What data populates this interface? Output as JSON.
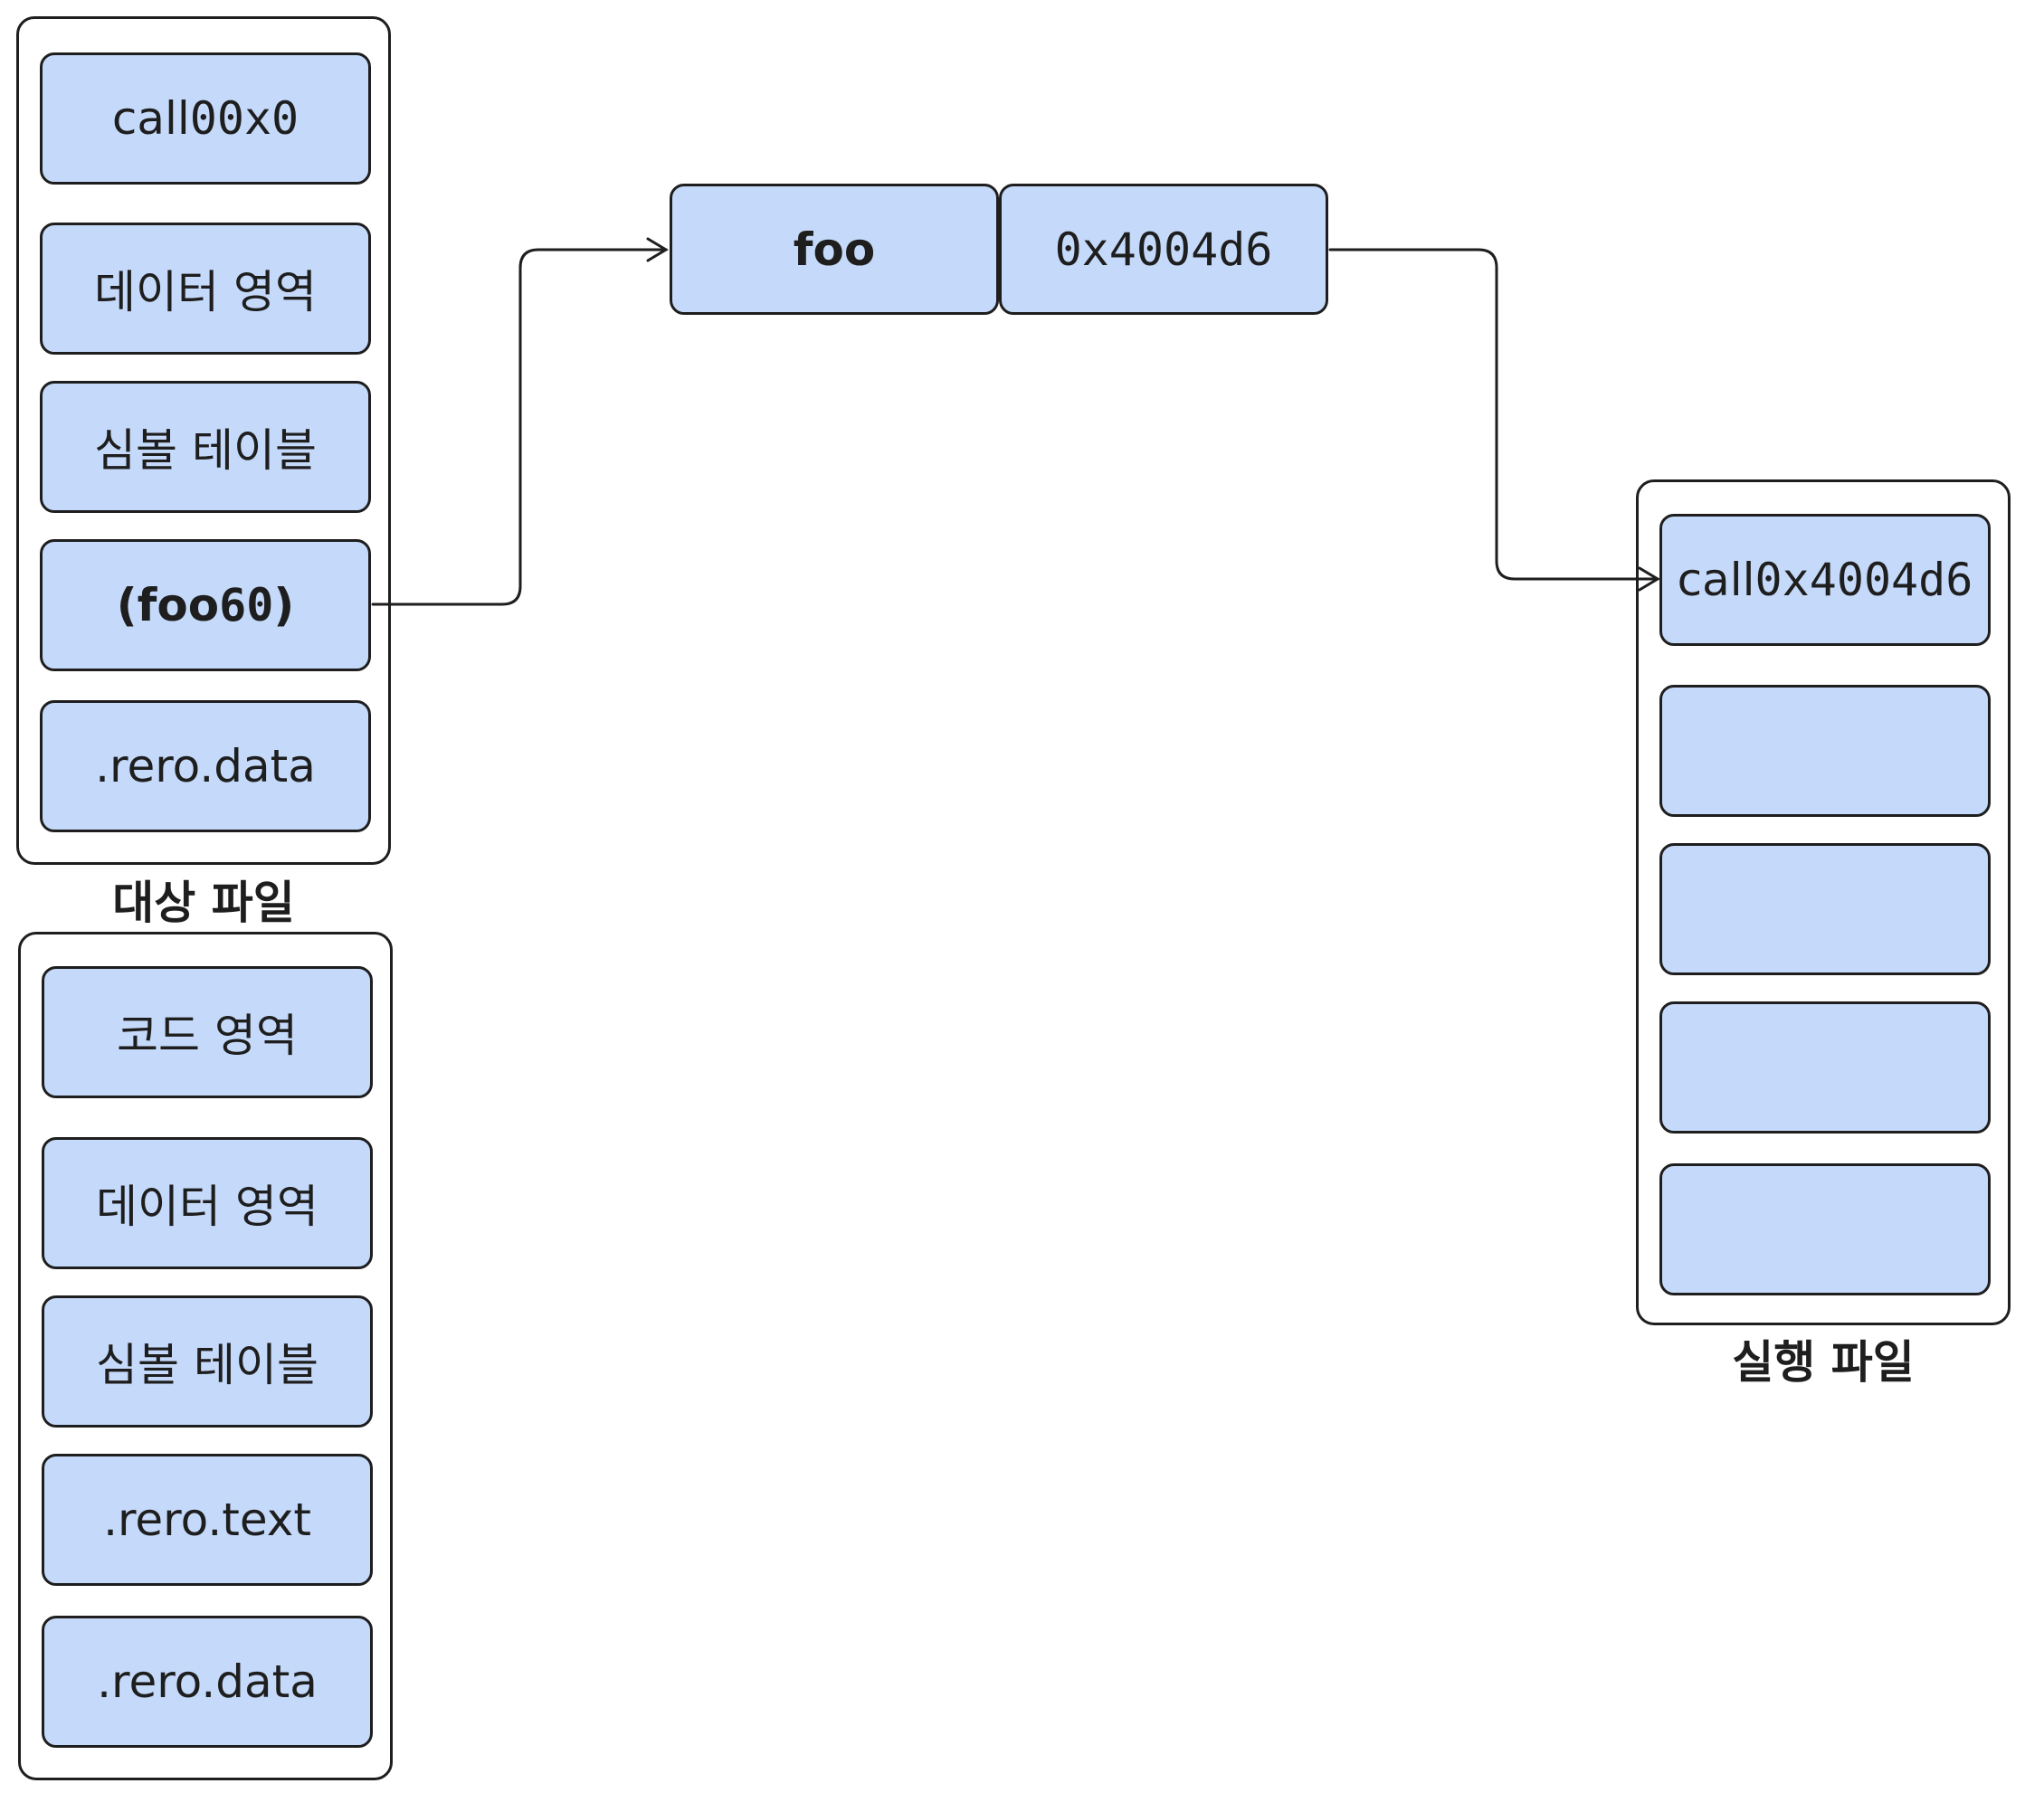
{
  "object_file": {
    "caption": "대상 파일",
    "cells": [
      {
        "pre": "call ",
        "mono": "00x0"
      },
      {
        "pre": "데이터 영역"
      },
      {
        "pre": "심볼 테이블"
      },
      {
        "pre": "(foo ",
        "mono": "60",
        "post": ")"
      },
      {
        "pre": ".rero.data"
      }
    ]
  },
  "lower_file": {
    "cells": [
      {
        "pre": "코드 영역"
      },
      {
        "pre": "데이터 영역"
      },
      {
        "pre": "심볼 테이블"
      },
      {
        "pre": ".rero.text"
      },
      {
        "pre": ".rero.data"
      }
    ]
  },
  "symbol": {
    "name": "foo",
    "address": "0x4004d6"
  },
  "executable_file": {
    "caption": "실행 파일",
    "cells": [
      {
        "pre": "call ",
        "mono": "0x4004d6"
      },
      {
        "pre": ""
      },
      {
        "pre": ""
      },
      {
        "pre": ""
      },
      {
        "pre": ""
      }
    ]
  },
  "colors": {
    "cell_fill": "#c5dafa",
    "stroke": "#1e1e1e"
  }
}
